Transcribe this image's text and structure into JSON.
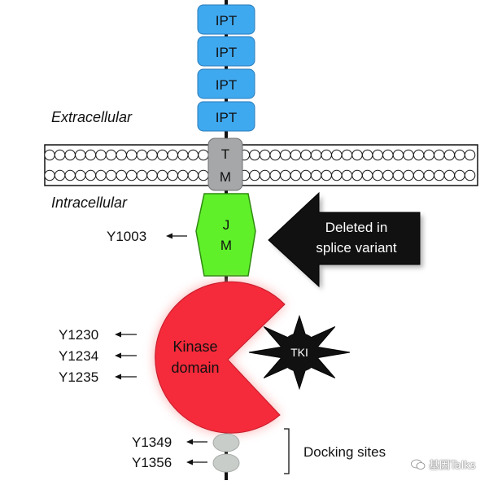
{
  "regions": {
    "extracellular": "Extracellular",
    "intracellular": "Intracellular"
  },
  "domains": {
    "ipt": [
      "IPT",
      "IPT",
      "IPT",
      "IPT"
    ],
    "tm": [
      "T",
      "M"
    ],
    "jm": [
      "J",
      "M"
    ],
    "kinase": [
      "Kinase",
      "domain"
    ],
    "tki": "TKI"
  },
  "residues": {
    "jm_site": "Y1003",
    "kinase_sites": [
      "Y1230",
      "Y1234",
      "Y1235"
    ],
    "docking_sites": [
      "Y1349",
      "Y1356"
    ]
  },
  "annotations": {
    "deleted_line1": "Deleted in",
    "deleted_line2": "splice variant",
    "docking_label": "Docking sites"
  },
  "watermark": "基因Talks",
  "colors": {
    "ipt_fill": "#3fa9f0",
    "tm_fill": "#a5a7a8",
    "jm_fill": "#5ff02a",
    "kinase_fill": "#f52a3a",
    "kinase_glow": "#ff8a8a",
    "docking_fill": "#c9cdca",
    "arrow_fill": "#111111",
    "membrane_circle": "#1a1a1a"
  }
}
